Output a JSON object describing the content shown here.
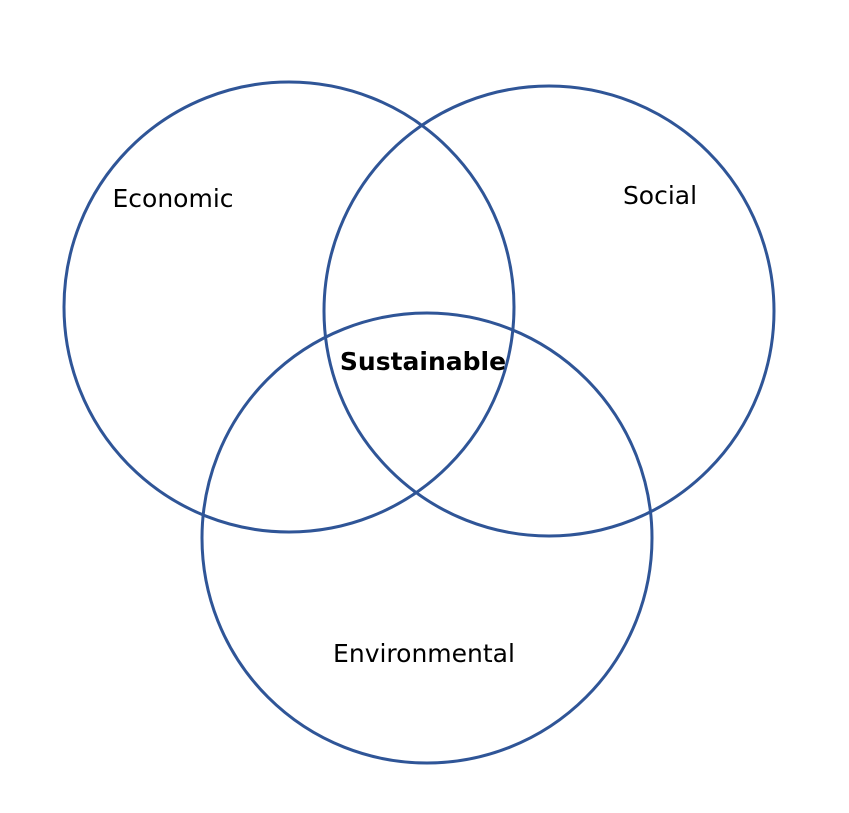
{
  "diagram": {
    "type": "venn",
    "circle_color": "#2f5597",
    "sets": [
      {
        "id": "economic",
        "label": "Economic"
      },
      {
        "id": "social",
        "label": "Social"
      },
      {
        "id": "environmental",
        "label": "Environmental"
      }
    ],
    "intersection": {
      "sets": [
        "economic",
        "social",
        "environmental"
      ],
      "label": "Sustainable"
    }
  }
}
